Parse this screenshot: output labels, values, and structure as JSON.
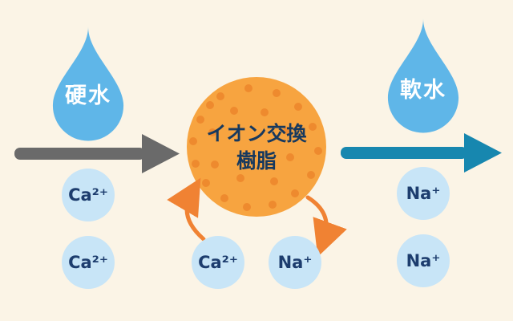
{
  "diagram": {
    "hard_water_label": "硬水",
    "soft_water_label": "軟水",
    "resin_label_line1": "イオン交換",
    "resin_label_line2": "樹脂",
    "ions": {
      "hard_side": [
        "Ca²⁺",
        "Ca²⁺"
      ],
      "exchange": [
        "Ca²⁺",
        "Na⁺"
      ],
      "soft_side": [
        "Na⁺",
        "Na⁺"
      ]
    },
    "colors": {
      "background": "#FBF4E6",
      "droplet_blue": "#5FB6E8",
      "ion_circle_blue": "#C8E5F7",
      "ion_text_navy": "#1D3D6E",
      "gray_arrow": "#6A6A6A",
      "teal_arrow": "#1787AF",
      "resin_orange": "#F7A440",
      "resin_dot_orange": "#EE8A2E",
      "exchange_arrow_orange": "#F08233",
      "resin_text_navy": "#17395E"
    }
  }
}
